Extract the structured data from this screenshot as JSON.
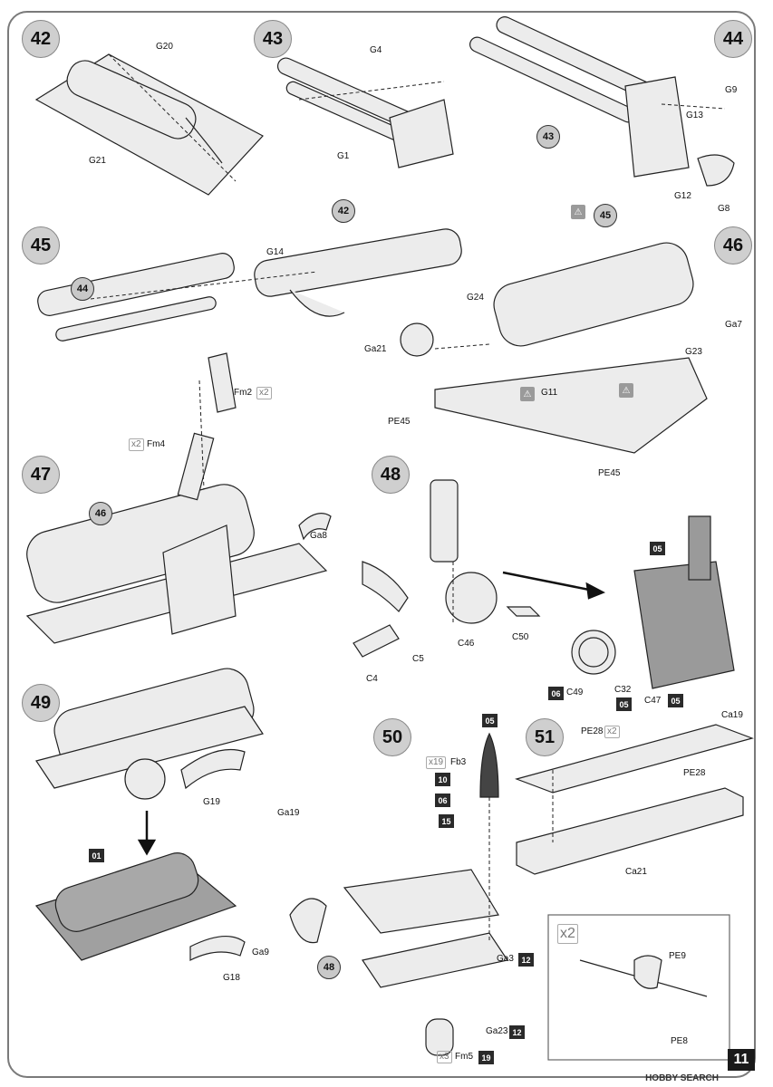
{
  "page_number": "11",
  "watermark": "HOBBY SEARCH",
  "steps": [
    "42",
    "43",
    "44",
    "45",
    "46",
    "47",
    "48",
    "49",
    "50",
    "51"
  ],
  "refs": {
    "r43": "43",
    "r44": "44",
    "r42": "42",
    "r45": "45",
    "r46": "46",
    "r48": "48"
  },
  "labels": {
    "G20": "G20",
    "G21": "G21",
    "G4": "G4",
    "G1": "G1",
    "G9": "G9",
    "G13": "G13",
    "G12": "G12",
    "G8": "G8",
    "G14": "G14",
    "Ga7": "Ga7",
    "G24": "G24",
    "Ga21": "Ga21",
    "G23": "G23",
    "G11": "G11",
    "PE45a": "PE45",
    "PE45b": "PE45",
    "Fm2": "Fm2",
    "Fm4": "Fm4",
    "Ga8": "Ga8",
    "C50": "C50",
    "C46": "C46",
    "C5": "C5",
    "C4": "C4",
    "C49": "C49",
    "C32": "C32",
    "C47": "C47",
    "G19": "G19",
    "Ga19": "Ga19",
    "Ga9": "Ga9",
    "G18": "G18",
    "Fb3": "Fb3",
    "Ga3": "Ga3",
    "Ga23": "Ga23",
    "Fm5": "Fm5",
    "PE28a": "PE28",
    "PE28b": "PE28",
    "Ca19": "Ca19",
    "Ca21": "Ca21",
    "PE9": "PE9",
    "PE8": "PE8"
  },
  "multipliers": {
    "fm2": "x2",
    "fm4": "x2",
    "fb3": "x19",
    "fm5": "x3",
    "pe28": "x2",
    "detail": "x2"
  },
  "color_codes": {
    "c05a": "05",
    "c06a": "06",
    "c05b": "05",
    "c05c": "05",
    "c05d": "05",
    "c10": "10",
    "c06b": "06",
    "c15": "15",
    "c01": "01",
    "c12a": "12",
    "c12b": "12",
    "c19": "19"
  },
  "colors": {
    "part_fill": "#e9e9e9",
    "painted_fill": "#9a9a9a",
    "line": "#222222"
  }
}
